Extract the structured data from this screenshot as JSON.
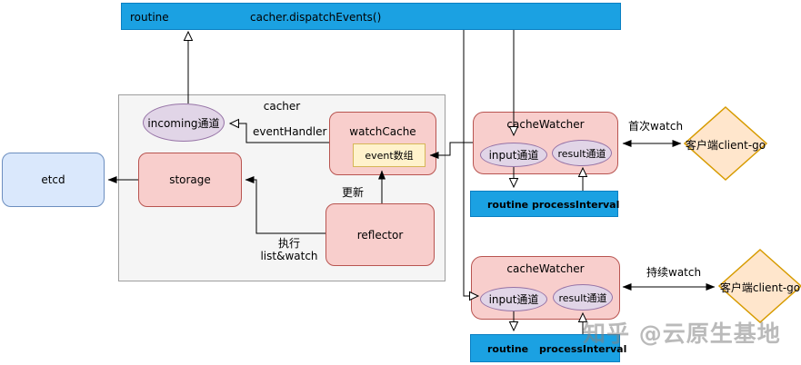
{
  "top_bar": {
    "routine": "routine",
    "method": "cacher.dispatchEvents()"
  },
  "cacher": {
    "title": "cacher",
    "incoming_channel": "incoming通道",
    "event_handler": "eventHandler",
    "watch_cache_title": "watchCache",
    "event_array": "event数组",
    "storage": "storage",
    "reflector": "reflector",
    "update_label": "更新",
    "exec_label_line1": "执行",
    "exec_label_line2": "list&watch"
  },
  "etcd": {
    "label": "etcd"
  },
  "watchers": [
    {
      "title": "cacheWatcher",
      "input_channel": "input通道",
      "result_channel": "result通道",
      "routine": "routine",
      "process": "processInterval",
      "watch_label": "首次watch",
      "client": "客户端client-go"
    },
    {
      "title": "cacheWatcher",
      "input_channel": "input通道",
      "result_channel": "result通道",
      "routine": "routine",
      "process": "processInterval",
      "watch_label": "持续watch",
      "client": "客户端client-go"
    }
  ],
  "watermark": "知乎 @云原生基地",
  "colors": {
    "bar_blue": "#1ba1e2",
    "pink_fill": "#f8cecc",
    "pink_border": "#b85450",
    "purple_fill": "#e1d5e7",
    "purple_border": "#9673a6",
    "yellow_fill": "#fff2cc",
    "yellow_border": "#d6b656",
    "blue_fill": "#dae8fc",
    "blue_border": "#6c8ebf",
    "orange_fill": "#ffe6cc",
    "orange_border": "#d79b00"
  }
}
